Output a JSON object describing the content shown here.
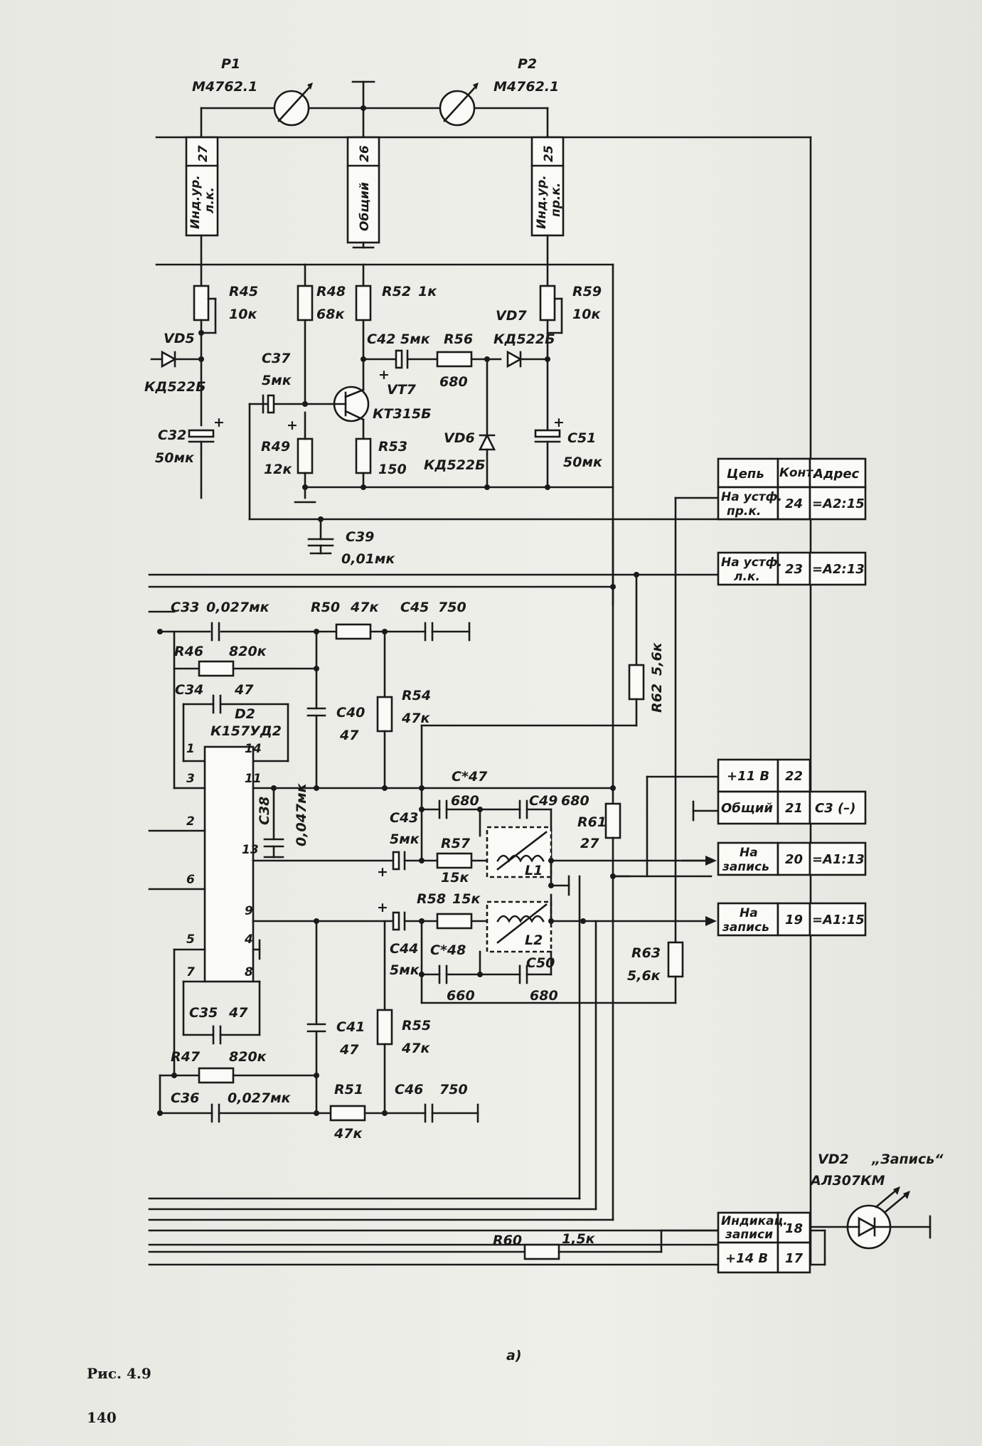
{
  "meters": [
    {
      "ref": "P1",
      "model": "М4762.1"
    },
    {
      "ref": "P2",
      "model": "М4762.1"
    }
  ],
  "connectors_top": [
    {
      "num": "27",
      "label1": "Инд.ур.",
      "label2": "л.к."
    },
    {
      "num": "26",
      "label1": "Общий",
      "label2": ""
    },
    {
      "num": "25",
      "label1": "Инд.ур.",
      "label2": "пр.к."
    }
  ],
  "components": {
    "R45": {
      "ref": "R45",
      "value": "10к"
    },
    "R48": {
      "ref": "R48",
      "value": "68к"
    },
    "R52": {
      "ref": "R52",
      "value": "1к"
    },
    "R59": {
      "ref": "R59",
      "value": "10к"
    },
    "VD5": {
      "ref": "VD5",
      "value": "КД522Б"
    },
    "VD7": {
      "ref": "VD7",
      "value": "КД522Б"
    },
    "VD6": {
      "ref": "VD6",
      "value": "КД522Б"
    },
    "C37": {
      "ref": "C37",
      "value": "5мк"
    },
    "C42": {
      "ref": "C42",
      "value": "5мк"
    },
    "R56": {
      "ref": "R56",
      "value": "680"
    },
    "VT7": {
      "ref": "VT7",
      "value": "КТ315Б"
    },
    "C32": {
      "ref": "C32",
      "value": "50мк"
    },
    "R49": {
      "ref": "R49",
      "value": "12к"
    },
    "R53": {
      "ref": "R53",
      "value": "150"
    },
    "C51": {
      "ref": "C51",
      "value": "50мк"
    },
    "C39": {
      "ref": "C39",
      "value": "0,01мк"
    },
    "C33": {
      "ref": "C33",
      "value": "0,027мк"
    },
    "R50": {
      "ref": "R50",
      "value": "47к"
    },
    "C45": {
      "ref": "C45",
      "value": "750"
    },
    "R46": {
      "ref": "R46",
      "value": "820к"
    },
    "C34": {
      "ref": "C34",
      "value": "47"
    },
    "D2": {
      "ref": "D2",
      "value": "К157УД2"
    },
    "C40": {
      "ref": "C40",
      "value": "47"
    },
    "R54": {
      "ref": "R54",
      "value": "47к"
    },
    "R62": {
      "ref": "R62",
      "value": "5,6к"
    },
    "C38": {
      "ref": "C38",
      "value": "0,047мк"
    },
    "Cstar47": {
      "ref": "C*47",
      "value": "680"
    },
    "C49": {
      "ref": "C49",
      "value": "680"
    },
    "C43": {
      "ref": "C43",
      "value": "5мк"
    },
    "R57": {
      "ref": "R57",
      "value": "15к"
    },
    "L1": {
      "ref": "L1",
      "value": ""
    },
    "R61": {
      "ref": "R61",
      "value": "27"
    },
    "R58": {
      "ref": "R58",
      "value": "15к"
    },
    "L2": {
      "ref": "L2",
      "value": ""
    },
    "C44": {
      "ref": "C44",
      "value": "5мк"
    },
    "Cstar48": {
      "ref": "C*48",
      "value": "660"
    },
    "C50": {
      "ref": "C50",
      "value": "680"
    },
    "R63": {
      "ref": "R63",
      "value": "5,6к"
    },
    "C35": {
      "ref": "C35",
      "value": "47"
    },
    "R47": {
      "ref": "R47",
      "value": "820к"
    },
    "C41": {
      "ref": "C41",
      "value": "47"
    },
    "R55": {
      "ref": "R55",
      "value": "47к"
    },
    "C36": {
      "ref": "C36",
      "value": "0,027мк"
    },
    "R51": {
      "ref": "R51",
      "value": "47к"
    },
    "C46": {
      "ref": "C46",
      "value": "750"
    },
    "R60": {
      "ref": "R60",
      "value": "1,5к"
    },
    "VD2": {
      "ref": "VD2",
      "value": "АЛ307КМ",
      "note": "„Запись“"
    }
  },
  "d2_pins": [
    "1",
    "14",
    "3",
    "11",
    "2",
    "13",
    "6",
    "9",
    "5",
    "4",
    "7",
    "8"
  ],
  "table_header": {
    "col1": "Цепь",
    "col2": "Конт.",
    "col3": "Адрес"
  },
  "table_rows": [
    {
      "circuit1": "На устф.",
      "circuit2": "пр.к.",
      "contact": "24",
      "address": "=A2:15"
    },
    {
      "circuit1": "На устф.",
      "circuit2": "л.к.",
      "contact": "23",
      "address": "=A2:13"
    },
    {
      "circuit1": "+11 В",
      "circuit2": "",
      "contact": "22",
      "address": ""
    },
    {
      "circuit1": "Общий",
      "circuit2": "",
      "contact": "21",
      "address": "С3 (–)"
    },
    {
      "circuit1": "На",
      "circuit2": "запись",
      "contact": "20",
      "address": "=A1:13"
    },
    {
      "circuit1": "На",
      "circuit2": "запись",
      "contact": "19",
      "address": "=A1:15"
    },
    {
      "circuit1": "Индикац.",
      "circuit2": "записи",
      "contact": "18",
      "address": ""
    },
    {
      "circuit1": "+14 В",
      "circuit2": "",
      "contact": "17",
      "address": ""
    }
  ],
  "subcaption": "а)",
  "figure_caption": "Рис. 4.9",
  "page_number": "140"
}
